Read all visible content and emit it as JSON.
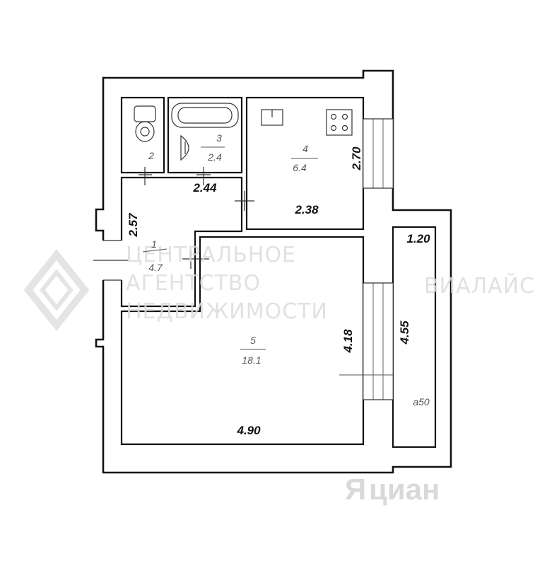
{
  "rooms": [
    {
      "number": "1",
      "area": "4.7"
    },
    {
      "number": "2",
      "area": ""
    },
    {
      "number": "3",
      "area": "2.4"
    },
    {
      "number": "4",
      "area": "6.4"
    },
    {
      "number": "5",
      "area": "18.1"
    }
  ],
  "dimensions": {
    "corridor_width": "2.44",
    "corridor_height": "2.57",
    "kitchen_height": "2.70",
    "kitchen_width": "2.38",
    "living_width": "4.90",
    "living_height": "4.18",
    "balcony_width": "1.20",
    "balcony_height": "4.55"
  },
  "balcony_label": "a50",
  "watermarks": {
    "agency_line1": "ЦЕНТРАЛЬНОЕ",
    "agency_line2": "АГЕНТСТВО",
    "agency_line3": "НЕДВИЖИМОСТИ",
    "right_mark": "ВИАЛАЙС",
    "cian": "циан"
  },
  "colors": {
    "walls": "#111111",
    "labels": "#555555",
    "watermark": "#dcdcdc"
  }
}
